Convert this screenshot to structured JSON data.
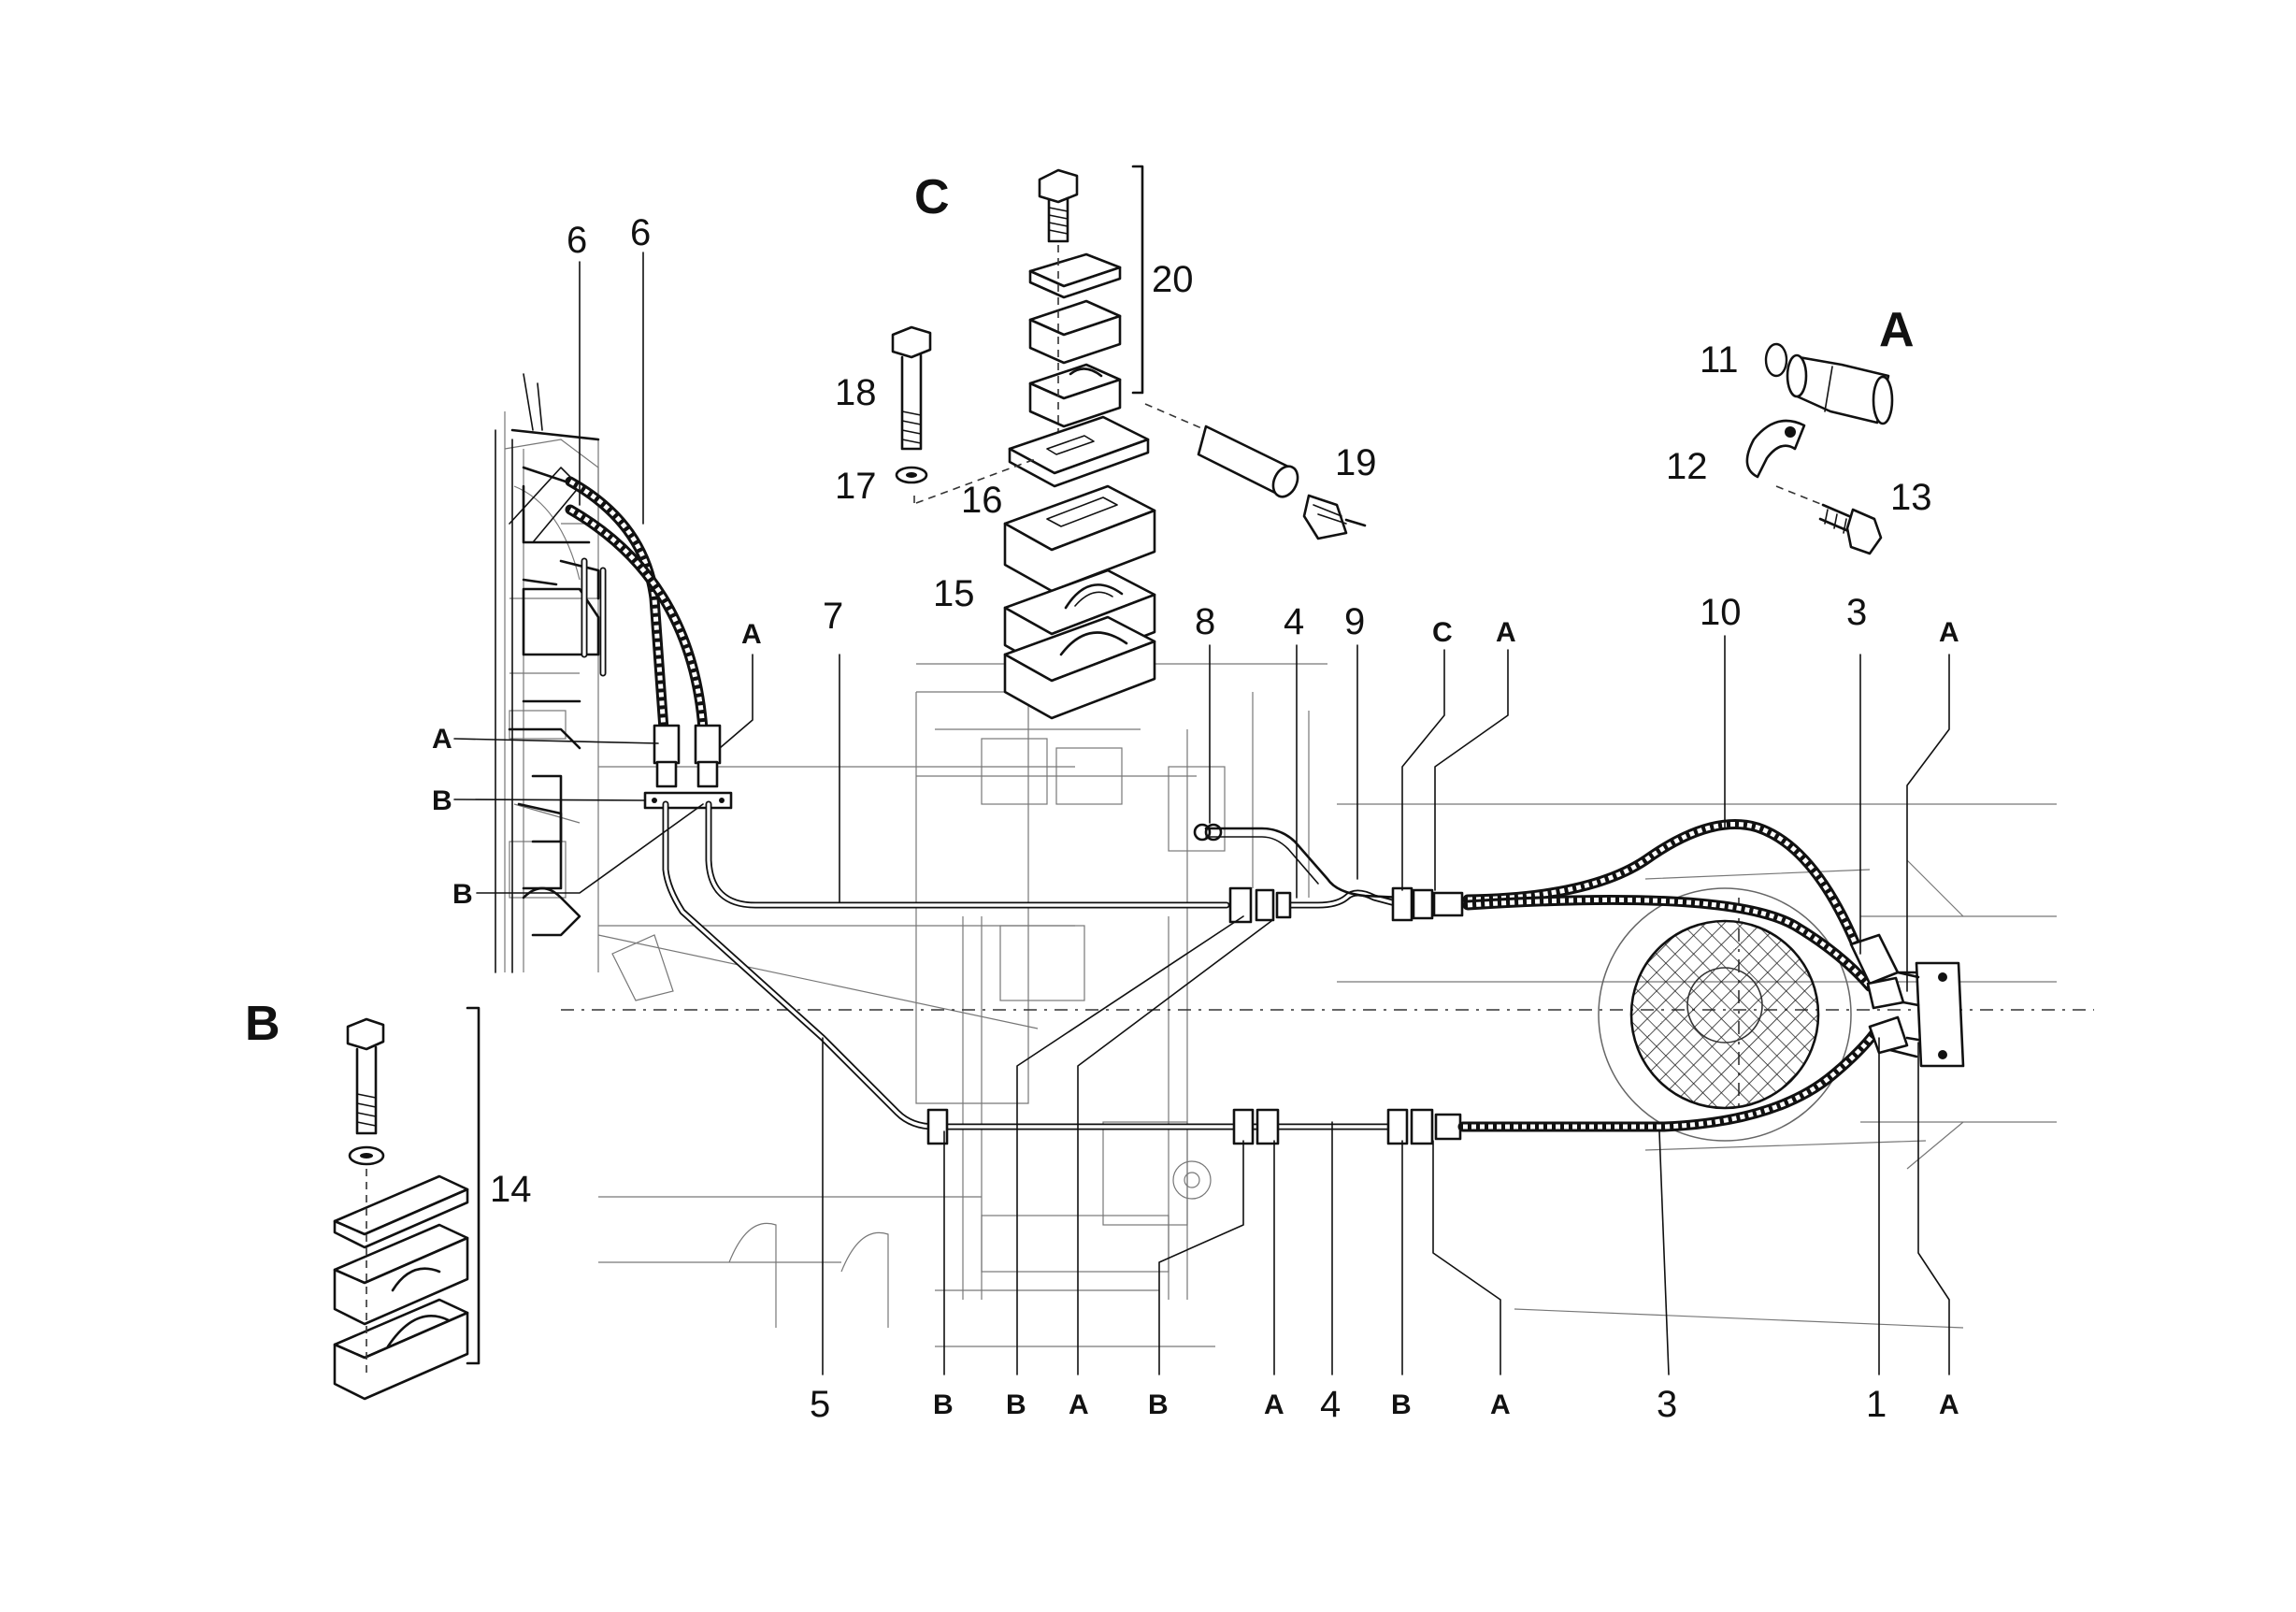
{
  "views": {
    "detail_a": "A",
    "detail_b": "B",
    "detail_c": "C"
  },
  "callouts": {
    "c6a": "6",
    "c6b": "6",
    "c7": "7",
    "c8": "8",
    "c4_top": "4",
    "c9": "9",
    "c10": "10",
    "c3_top": "3",
    "c20": "20",
    "c18": "18",
    "c17": "17",
    "c16": "16",
    "c15": "15",
    "c19": "19",
    "c11": "11",
    "c12": "12",
    "c13": "13",
    "c14": "14",
    "c5": "5",
    "c4_bot": "4",
    "c3_bot": "3",
    "c1": "1"
  },
  "clamp_markers": {
    "top_left_a1": "A",
    "top_left_a2": "A",
    "top_left_b1": "B",
    "top_left_b2": "B",
    "top_c": "C",
    "top_a_mid": "A",
    "top_a_right": "A",
    "bot_b1": "B",
    "bot_b2": "B",
    "bot_a1": "A",
    "bot_b3": "B",
    "bot_a2": "A",
    "bot_b4": "B",
    "bot_a3": "A",
    "bot_a4": "A"
  }
}
